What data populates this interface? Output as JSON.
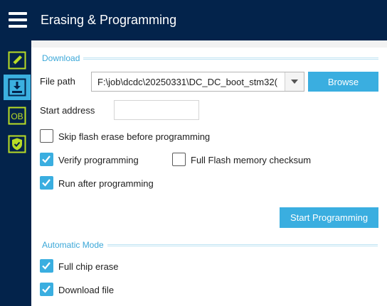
{
  "header": {
    "title": "Erasing & Programming"
  },
  "sidebar": {
    "items": [
      {
        "name": "memory-edit",
        "icon": "pencil-icon"
      },
      {
        "name": "erasing-programming",
        "icon": "download-icon",
        "active": true
      },
      {
        "name": "option-bytes",
        "icon": "ob-icon",
        "text": "OB"
      },
      {
        "name": "security",
        "icon": "shield-icon"
      }
    ]
  },
  "download": {
    "section_title": "Download",
    "file_path_label": "File path",
    "file_path_value": "F:\\job\\dcdc\\20250331\\DC_DC_boot_stm32(",
    "browse_label": "Browse",
    "start_address_label": "Start address",
    "start_address_value": "",
    "skip_erase_label": "Skip flash erase before programming",
    "skip_erase_checked": false,
    "verify_label": "Verify programming",
    "verify_checked": true,
    "full_checksum_label": "Full Flash memory checksum",
    "full_checksum_checked": false,
    "run_after_label": "Run after programming",
    "run_after_checked": true,
    "start_programming_label": "Start Programming"
  },
  "automatic": {
    "section_title": "Automatic Mode",
    "full_chip_erase_label": "Full chip erase",
    "full_chip_erase_checked": true,
    "download_file_label": "Download file",
    "download_file_checked": true
  },
  "colors": {
    "header_bg": "#03234b",
    "accent": "#3aaee0",
    "icon_green": "#b9dc26"
  }
}
